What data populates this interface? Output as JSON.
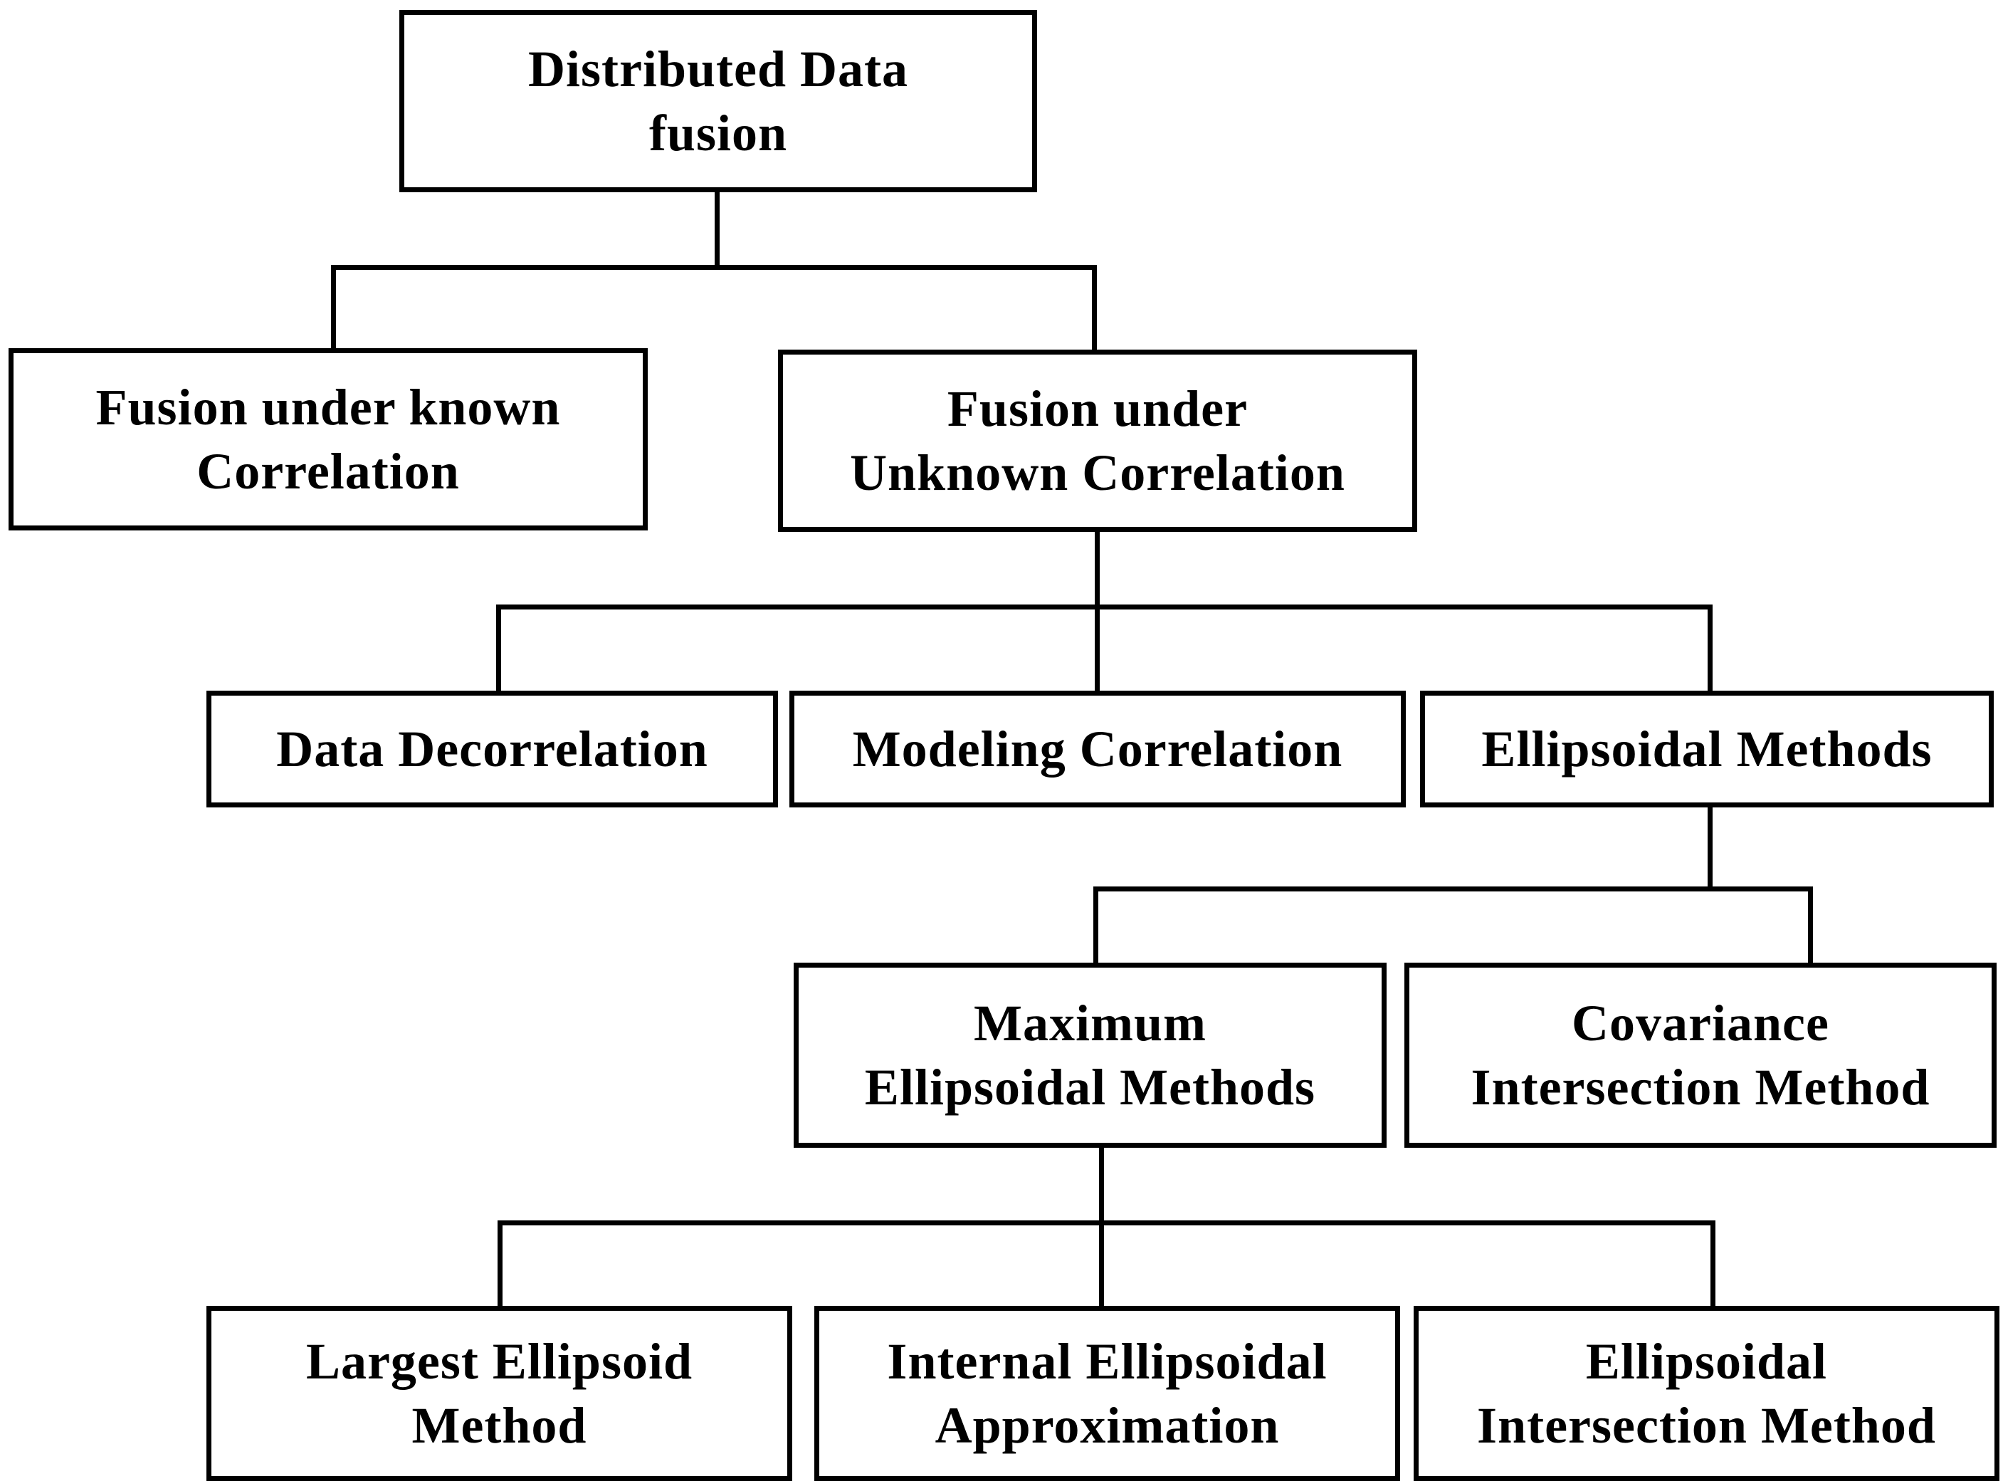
{
  "diagram": {
    "line_color": "#000000",
    "box_border_color": "#000000",
    "background": "#ffffff",
    "nodes": {
      "root": {
        "lines": [
          "Distributed Data",
          "fusion"
        ]
      },
      "known": {
        "lines": [
          "Fusion under known",
          "Correlation"
        ]
      },
      "unknown": {
        "lines": [
          "Fusion under",
          "Unknown Correlation"
        ]
      },
      "decorrelation": {
        "lines": [
          "Data Decorrelation"
        ]
      },
      "modeling": {
        "lines": [
          "Modeling Correlation"
        ]
      },
      "ellipsoidal": {
        "lines": [
          "Ellipsoidal Methods"
        ]
      },
      "maximum": {
        "lines": [
          "Maximum",
          "Ellipsoidal Methods"
        ]
      },
      "covariance": {
        "lines": [
          "Covariance",
          "Intersection Method"
        ]
      },
      "largest": {
        "lines": [
          "Largest Ellipsoid",
          "Method"
        ]
      },
      "internal": {
        "lines": [
          "Internal Ellipsoidal",
          "Approximation"
        ]
      },
      "intersection": {
        "lines": [
          "Ellipsoidal",
          "Intersection Method"
        ]
      }
    }
  }
}
